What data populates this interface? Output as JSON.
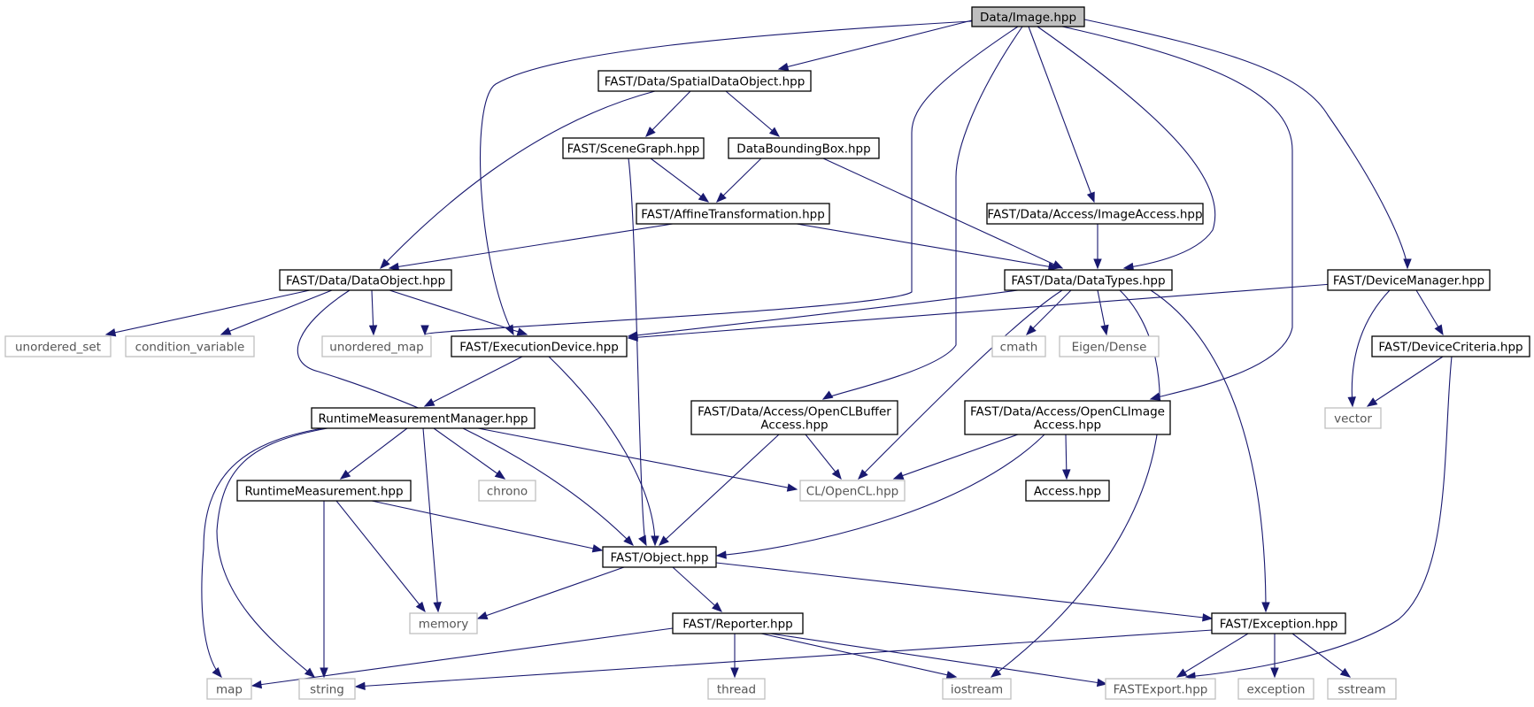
{
  "colors": {
    "edge": "#191970",
    "root_fill": "#bfbfbf",
    "node_border": "#000000",
    "external_border": "#bfbfbf"
  },
  "nodes": {
    "root": "Data/Image.hpp",
    "spatial": "FAST/Data/SpatialDataObject.hpp",
    "scenegraph": "FAST/SceneGraph.hpp",
    "bbox": "DataBoundingBox.hpp",
    "affine": "FAST/AffineTransformation.hpp",
    "imageaccess": "FAST/Data/Access/ImageAccess.hpp",
    "dataobject": "FAST/Data/DataObject.hpp",
    "datatypes": "FAST/Data/DataTypes.hpp",
    "devmgr": "FAST/DeviceManager.hpp",
    "unordered_set": "unordered_set",
    "condvar": "condition_variable",
    "unordered_map": "unordered_map",
    "execdev": "FAST/ExecutionDevice.hpp",
    "cmath": "cmath",
    "eigen": "Eigen/Dense",
    "devcrit": "FAST/DeviceCriteria.hpp",
    "rtmm": "RuntimeMeasurementManager.hpp",
    "clbuffer_1": "FAST/Data/Access/OpenCLBuffer",
    "clbuffer_2": "Access.hpp",
    "climage_1": "FAST/Data/Access/OpenCLImage",
    "climage_2": "Access.hpp",
    "vector": "vector",
    "rtm": "RuntimeMeasurement.hpp",
    "chrono": "chrono",
    "opencl": "CL/OpenCL.hpp",
    "access": "Access.hpp",
    "object": "FAST/Object.hpp",
    "memory": "memory",
    "reporter": "FAST/Reporter.hpp",
    "exception_hpp": "FAST/Exception.hpp",
    "map": "map",
    "string": "string",
    "thread": "thread",
    "iostream": "iostream",
    "fastexport": "FASTExport.hpp",
    "exception": "exception",
    "sstream": "sstream"
  }
}
